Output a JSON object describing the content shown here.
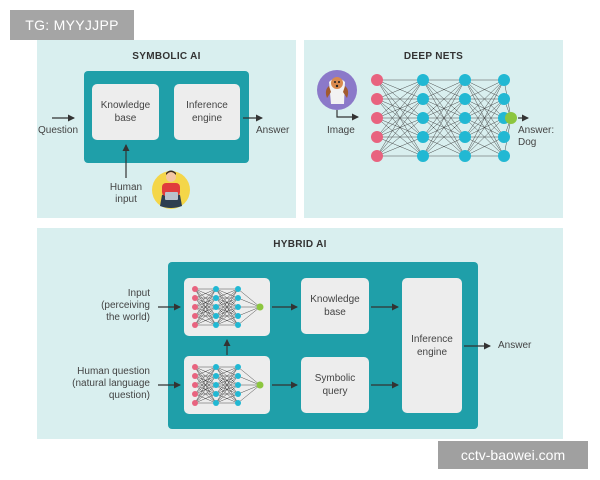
{
  "badges": {
    "top_left": "TG: MYYJJPP",
    "bottom_right": "cctv-baowei.com"
  },
  "symbolic_ai": {
    "title": "SYMBOLIC AI",
    "knowledge_base": "Knowledge base",
    "inference_engine": "Inference engine",
    "question": "Question",
    "answer": "Answer",
    "human_input": "Human input"
  },
  "deep_nets": {
    "title": "DEEP NETS",
    "image": "Image",
    "answer": "Answer: Dog",
    "layers": [
      5,
      5,
      5,
      5
    ]
  },
  "hybrid_ai": {
    "title": "HYBRID AI",
    "input": "Input (perceiving the world)",
    "human_question": "Human question (natural language question)",
    "knowledge_base": "Knowledge base",
    "symbolic_query": "Symbolic query",
    "inference_engine": "Inference engine",
    "answer": "Answer"
  },
  "colors": {
    "panel_bg": "#d9efef",
    "teal": "#1f9fa9",
    "card": "#ededed",
    "node_pink": "#e8637f",
    "node_cyan": "#22b8d3",
    "node_green": "#8cc63f",
    "dog_bg": "#8b79c9",
    "person_bg": "#f4d649"
  }
}
